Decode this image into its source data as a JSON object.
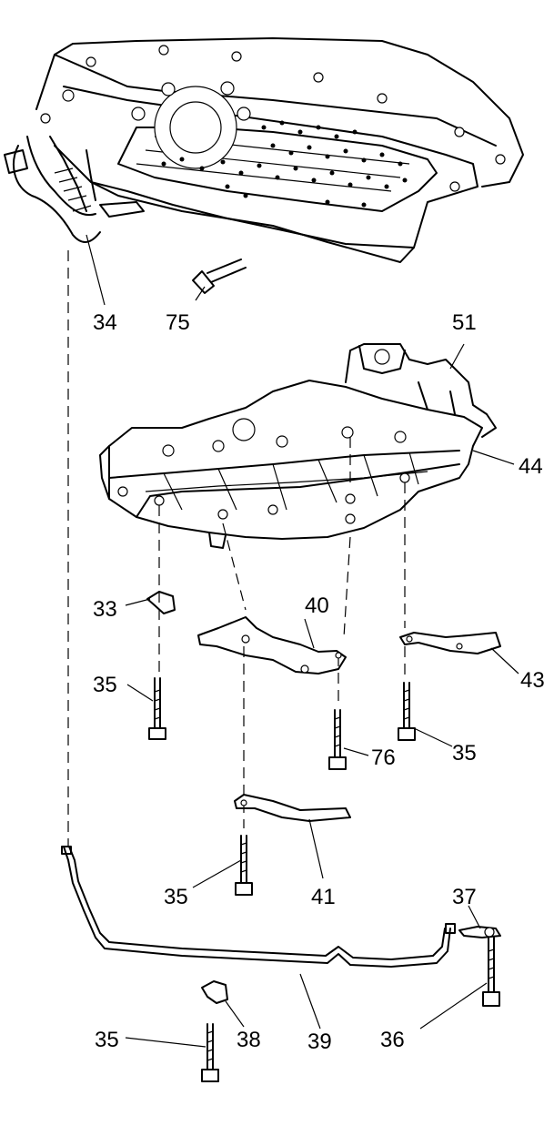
{
  "callouts": [
    {
      "id": "c34",
      "text": "34"
    },
    {
      "id": "c75",
      "text": "75"
    },
    {
      "id": "c51",
      "text": "51"
    },
    {
      "id": "c44",
      "text": "44"
    },
    {
      "id": "c33",
      "text": "33"
    },
    {
      "id": "c40",
      "text": "40"
    },
    {
      "id": "c35a",
      "text": "35"
    },
    {
      "id": "c43",
      "text": "43"
    },
    {
      "id": "c76",
      "text": "76"
    },
    {
      "id": "c35b",
      "text": "35"
    },
    {
      "id": "c35c",
      "text": "35"
    },
    {
      "id": "c41",
      "text": "41"
    },
    {
      "id": "c37",
      "text": "37"
    },
    {
      "id": "c35d",
      "text": "35"
    },
    {
      "id": "c38",
      "text": "38"
    },
    {
      "id": "c39",
      "text": "39"
    },
    {
      "id": "c36",
      "text": "36"
    }
  ]
}
